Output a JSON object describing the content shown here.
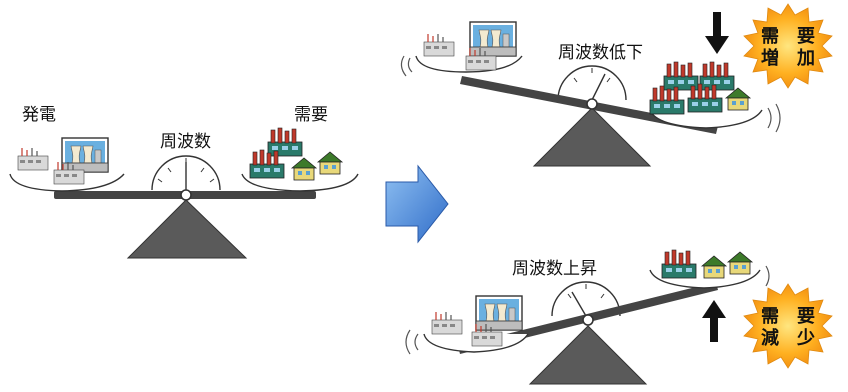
{
  "left_scale": {
    "generation_label": "発電",
    "demand_label": "需要",
    "frequency_label": "周波数"
  },
  "top_scale": {
    "frequency_label": "周波数低下",
    "burst_line1": "需　要",
    "burst_line2": "増　加",
    "arrow_direction": "down"
  },
  "bottom_scale": {
    "frequency_label": "周波数上昇",
    "burst_line1": "需　要",
    "burst_line2": "減　少",
    "arrow_direction": "up"
  },
  "colors": {
    "arrow_blue": "#4a86d8",
    "burst_orange": "#f7a21b",
    "burst_yellow": "#ffd64d",
    "fulcrum": "#555555",
    "beam": "#444444"
  }
}
